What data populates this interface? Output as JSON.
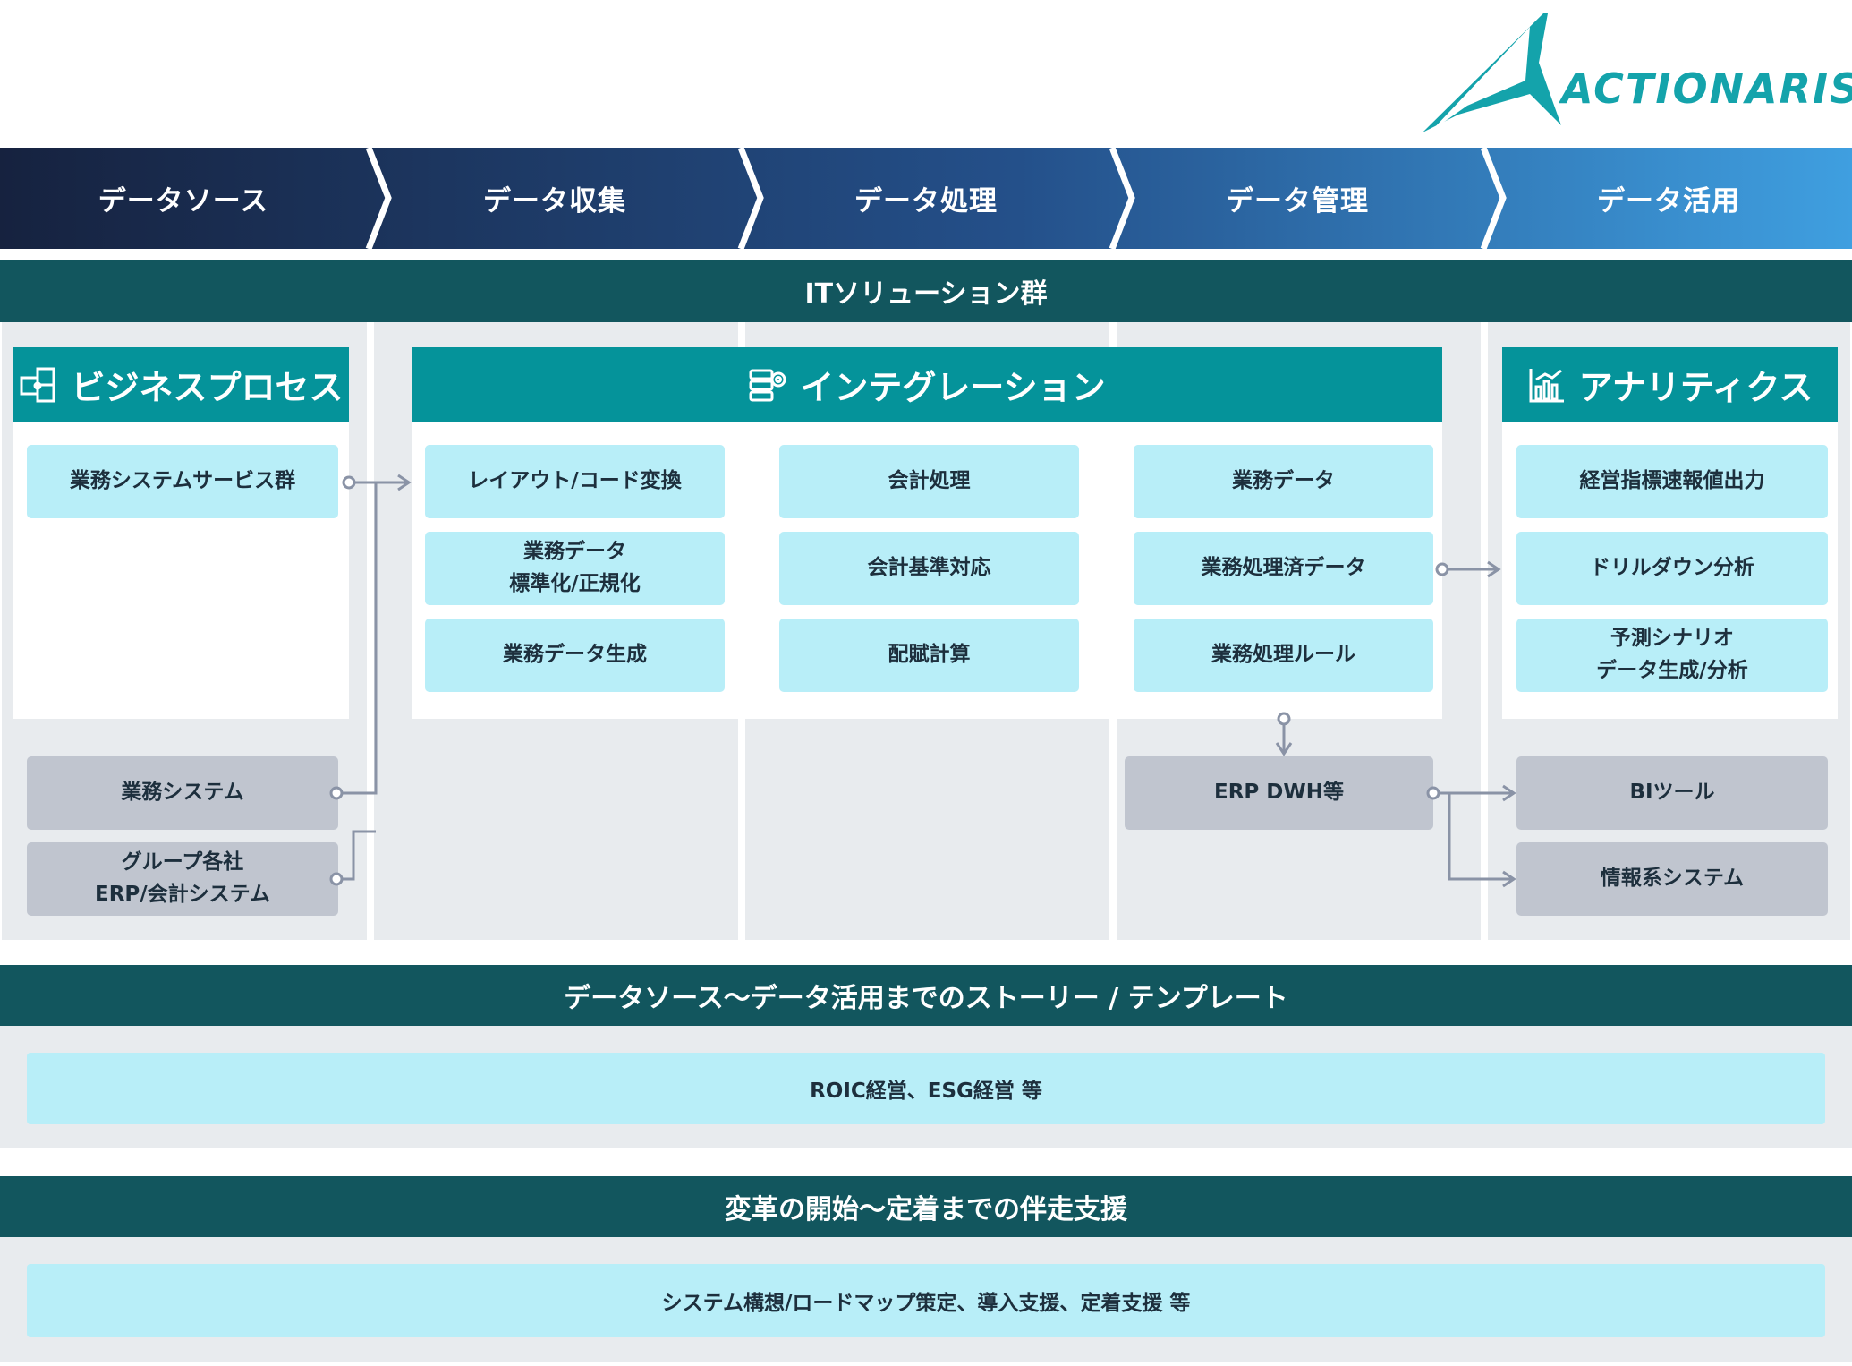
{
  "logo": {
    "text": "ACTIONARISE",
    "accent": "#14a3ab",
    "dark": "#25303a"
  },
  "colors": {
    "band": "#12565e",
    "panel_header": "#05939a",
    "cyan_box": "#b8eef8",
    "gray_box": "#c0c5cf",
    "column_bg": "#e8ebee",
    "arrow": "#8a93a6"
  },
  "stages": [
    {
      "label": "データソース"
    },
    {
      "label": "データ収集"
    },
    {
      "label": "データ処理"
    },
    {
      "label": "データ管理"
    },
    {
      "label": "データ活用"
    }
  ],
  "it_solutions": {
    "title": "ITソリューション群"
  },
  "business_process": {
    "title": "ビジネスプロセス",
    "icon": "puzzle-icon",
    "items": [
      "業務システムサービス群"
    ]
  },
  "integration": {
    "title": "インテグレーション",
    "icon": "server-gear-icon",
    "col1": [
      "レイアウト/コード変換",
      "業務データ\n標準化/正規化",
      "業務データ生成"
    ],
    "col2": [
      "会計処理",
      "会計基準対応",
      "配賦計算"
    ],
    "col3": [
      "業務データ",
      "業務処理済データ",
      "業務処理ルール"
    ]
  },
  "analytics": {
    "title": "アナリティクス",
    "icon": "bar-chart-icon",
    "items": [
      "経営指標速報値出力",
      "ドリルダウン分析",
      "予測シナリオ\nデータ生成/分析"
    ]
  },
  "sources": [
    "業務システム",
    "グループ各社\nERP/会計システム"
  ],
  "erp": "ERP DWH等",
  "tools": [
    "BIツール",
    "情報系システム"
  ],
  "story": {
    "title": "データソース〜データ活用までのストーリー / テンプレート",
    "content": "ROIC経営、ESG経営 等"
  },
  "support": {
    "title": "変革の開始〜定着までの伴走支援",
    "content": "システム構想/ロードマップ策定、導入支援、定着支援 等"
  }
}
